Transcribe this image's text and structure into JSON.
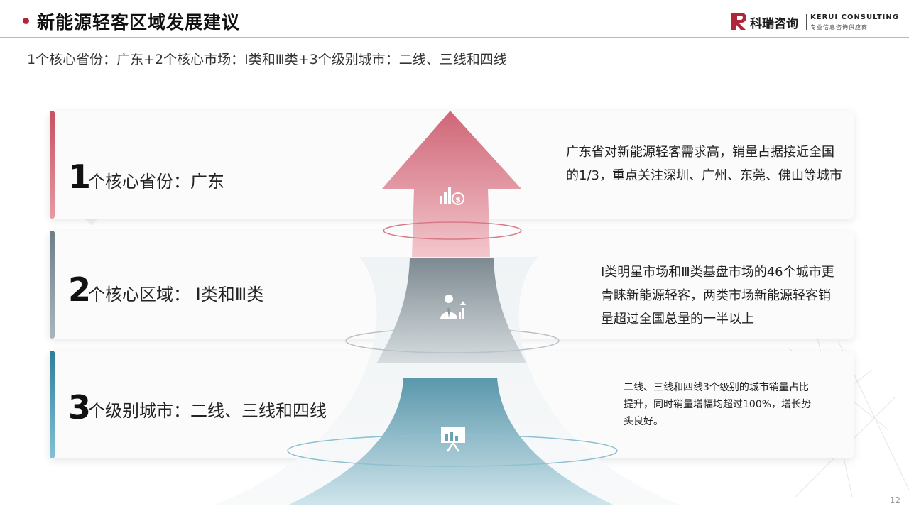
{
  "header": {
    "title": "新能源轻客区域发展建议",
    "logo_cn": "科瑞咨询",
    "logo_en": "KERUI CONSULTING",
    "logo_tagline": "专业信息咨询供应商"
  },
  "subtitle": "1个核心省份：广东+2个核心市场：Ⅰ类和Ⅲ类+3个级别城市：二线、三线和四线",
  "tiers": [
    {
      "number": "1",
      "title": "个核心省份：广东",
      "description": "广东省对新能源轻客需求高，销量占据接近全国的1/3，重点关注深圳、广州、东莞、佛山等城市",
      "icon": "growth-chart-dollar-icon",
      "color": "#c9505f"
    },
    {
      "number": "2",
      "title": "个核心区域：  Ⅰ类和Ⅲ类",
      "description": "Ⅰ类明星市场和Ⅲ类基盘市场的46个城市更青睐新能源轻客，两类市场新能源轻客销量超过全国总量的一半以上",
      "icon": "businessman-growth-icon",
      "color": "#7f8f98"
    },
    {
      "number": "3",
      "title": "个级别城市：二线、三线和四线",
      "description": "二线、三线和四线3个级别的城市销量占比提升，同时销量增幅均超过100%，增长势头良好。",
      "icon": "presentation-board-icon",
      "color": "#3e8fa8"
    }
  ],
  "page_number": "12"
}
